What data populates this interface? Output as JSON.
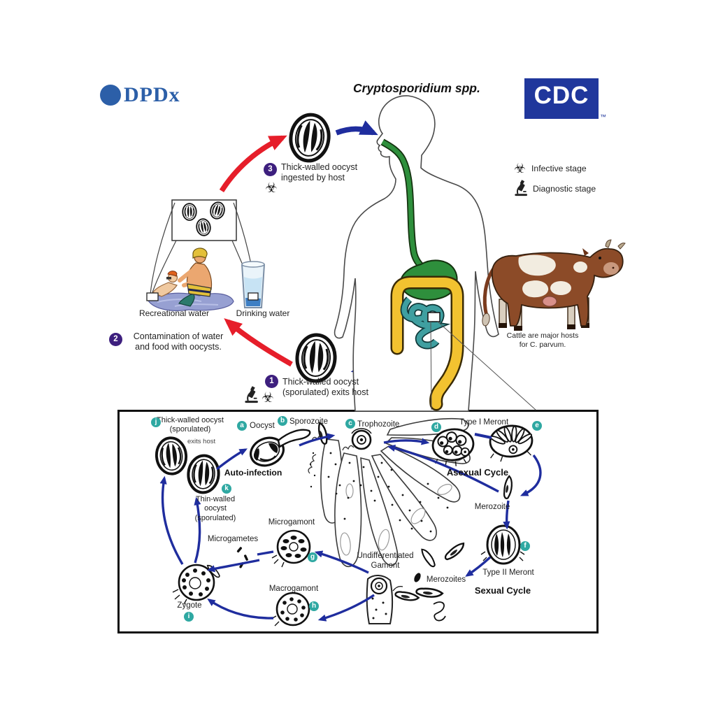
{
  "title": "Cryptosporidium spp.",
  "logos": {
    "dpdx": "DPDx",
    "cdc": "CDC",
    "cdc_tm": "™"
  },
  "legend": {
    "biohazard_glyph": "☣",
    "infective": "Infective stage",
    "diagnostic": "Diagnostic stage"
  },
  "steps": {
    "s1": {
      "num": "1",
      "text": "Thick-walled oocyst (sporulated) exits host"
    },
    "s2": {
      "num": "2",
      "text": "Contamination of water and food with oocysts."
    },
    "s3": {
      "num": "3",
      "text": "Thick-walled oocyst ingested by host"
    }
  },
  "labels": {
    "recreational_water": "Recreational water",
    "drinking_water": "Drinking water",
    "cattle_caption": "Cattle are major hosts for C. parvum."
  },
  "cycle": {
    "markers": {
      "a": "a",
      "b": "b",
      "c": "c",
      "d": "d",
      "e": "e",
      "f": "f",
      "g": "g",
      "h": "h",
      "i": "i",
      "j": "j",
      "k": "k"
    },
    "stages": {
      "oocyst": "Oocyst",
      "sporozoite": "Sporozoite",
      "trophozoite": "Trophozoite",
      "type1_meront": "Type I Meront",
      "merozoite": "Merozoite",
      "type2_meront": "Type II Meront",
      "merozoites": "Merozoites",
      "microgamont": "Microgamont",
      "microgametes": "Microgametes",
      "macrogamont": "Macrogamont",
      "undiff_gamont": "Undifferentiated Gamont",
      "zygote": "Zygote",
      "thick_oocyst": "Thick-walled oocyst (sporulated)",
      "thick_oocyst_sub": "exits host",
      "thin_oocyst": "Thin-walled oocyst (sporulated)"
    },
    "sections": {
      "auto_infection": "Auto-infection",
      "asexual": "Asexual Cycle",
      "sexual": "Sexual Cycle"
    }
  },
  "colors": {
    "arrow_blue": "#1F2D9E",
    "arrow_red": "#E61E2A",
    "marker_teal": "#2FA8A2",
    "step_purple": "#3D1F7E",
    "cdc_blue": "#20379C",
    "dpdx_blue": "#2C5FA8",
    "digestive_green": "#2E8F3C",
    "digestive_yellow": "#F2C230",
    "digestive_teal": "#3F9FA0"
  }
}
